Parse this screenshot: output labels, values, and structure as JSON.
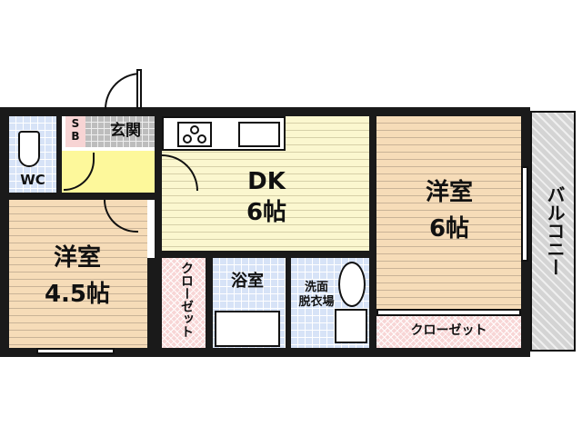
{
  "rooms": {
    "wc": {
      "label": "WC"
    },
    "sb": {
      "label": "S\nB",
      "label_top": "S",
      "label_bottom": "B"
    },
    "entrance": {
      "label": "玄関"
    },
    "dk": {
      "label": "DK",
      "size": "6帖"
    },
    "western_left": {
      "label": "洋室",
      "size": "4.5帖"
    },
    "western_right": {
      "label": "洋室",
      "size": "6帖"
    },
    "closet_left": {
      "label": "クローゼット"
    },
    "closet_right": {
      "label": "クローゼット"
    },
    "bathroom": {
      "label": "浴室"
    },
    "washroom": {
      "label_line1": "洗面",
      "label_line2": "脱衣場"
    },
    "balcony": {
      "label": "バルコニー"
    }
  },
  "colors": {
    "wall": "#1a1a1a",
    "wood_floor": "#f6dcb8",
    "dk_floor": "#fbf7cf",
    "tile": "#d7e3f7",
    "closet": "#f8d6d6",
    "hallway": "#fdf89b",
    "balcony": "#d4d4d4"
  }
}
